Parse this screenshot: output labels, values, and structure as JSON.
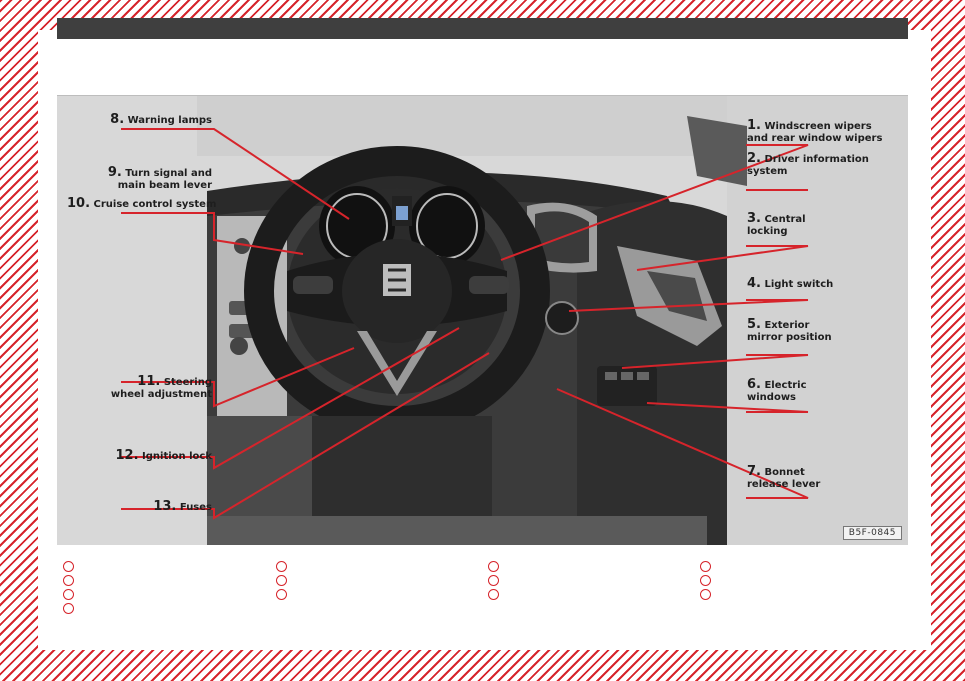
{
  "labels": {
    "l1": {
      "num": "1.",
      "text1": "Windscreen wipers",
      "text2": "and rear window wipers"
    },
    "l2": {
      "num": "2.",
      "text1": "Driver information",
      "text2": "system"
    },
    "l3": {
      "num": "3.",
      "text1": "Central",
      "text2": "locking"
    },
    "l4": {
      "num": "4.",
      "text1": "Light switch"
    },
    "l5": {
      "num": "5.",
      "text1": "Exterior",
      "text2": "mirror position"
    },
    "l6": {
      "num": "6.",
      "text1": "Electric",
      "text2": "windows"
    },
    "l7": {
      "num": "7.",
      "text1": "Bonnet",
      "text2": "release lever"
    },
    "l8": {
      "num": "8.",
      "text1": "Warning lamps"
    },
    "l9": {
      "num": "9.",
      "text1": "Turn signal and",
      "text2": "main beam lever"
    },
    "l10": {
      "num": "10.",
      "text1": "Cruise control system"
    },
    "l11": {
      "num": "11.",
      "text1": "Steering",
      "text2": "wheel adjustment"
    },
    "l12": {
      "num": "12.",
      "text1": "Ignition lock"
    },
    "l13": {
      "num": "13.",
      "text1": "Fuses"
    }
  },
  "image_code": "B5F-0845",
  "colors": {
    "accent": "#d6242b",
    "header_bar": "#3f3f3f"
  }
}
